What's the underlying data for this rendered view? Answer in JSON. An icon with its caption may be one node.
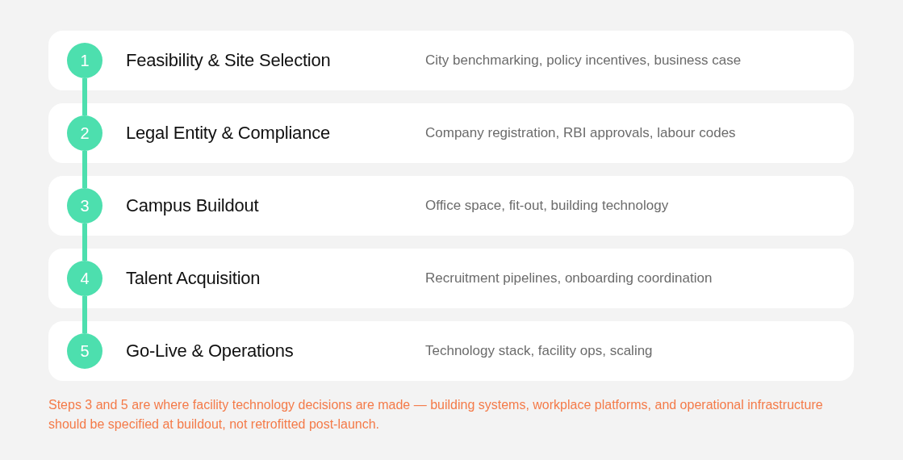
{
  "diagram": {
    "nodes": [
      {
        "text": [
          "Feasibility & Site Selection",
          "City benchmarking, policy incentives, business case"
        ]
      },
      {
        "text": [
          "1"
        ],
        "in": 0
      },
      {
        "text": [
          "Legal Entity & Compliance",
          "Company registration, RBI approvals, labour codes"
        ]
      },
      {
        "text": [
          "2"
        ],
        "in": 2
      },
      {
        "text": [
          "Campus Buildout",
          "Office space, fit-out, building technology"
        ]
      },
      {
        "text": [
          "3"
        ],
        "in": 4
      },
      {
        "text": [
          "Talent Acquisition",
          "Recruitment pipelines, onboarding coordination"
        ]
      },
      {
        "text": [
          "4"
        ],
        "in": 6
      },
      {
        "text": [
          "Go-Live & Operations",
          "Technology stack, facility ops, scaling"
        ]
      },
      {
        "text": [
          "5"
        ],
        "in": 8
      }
    ],
    "edges": [
      {
        "from": 1,
        "to": 3,
        "arrow": "none"
      },
      {
        "from": 3,
        "to": 5,
        "arrow": "none"
      },
      {
        "from": 5,
        "to": 7,
        "arrow": "none"
      },
      {
        "from": 7,
        "to": 9,
        "arrow": "none"
      }
    ],
    "caption": "Steps 3 and 5 are where facility technology decisions are made — building systems, workplace platforms, and operational infrastructure should be specified at buildout, not retrofitted post-launch."
  }
}
